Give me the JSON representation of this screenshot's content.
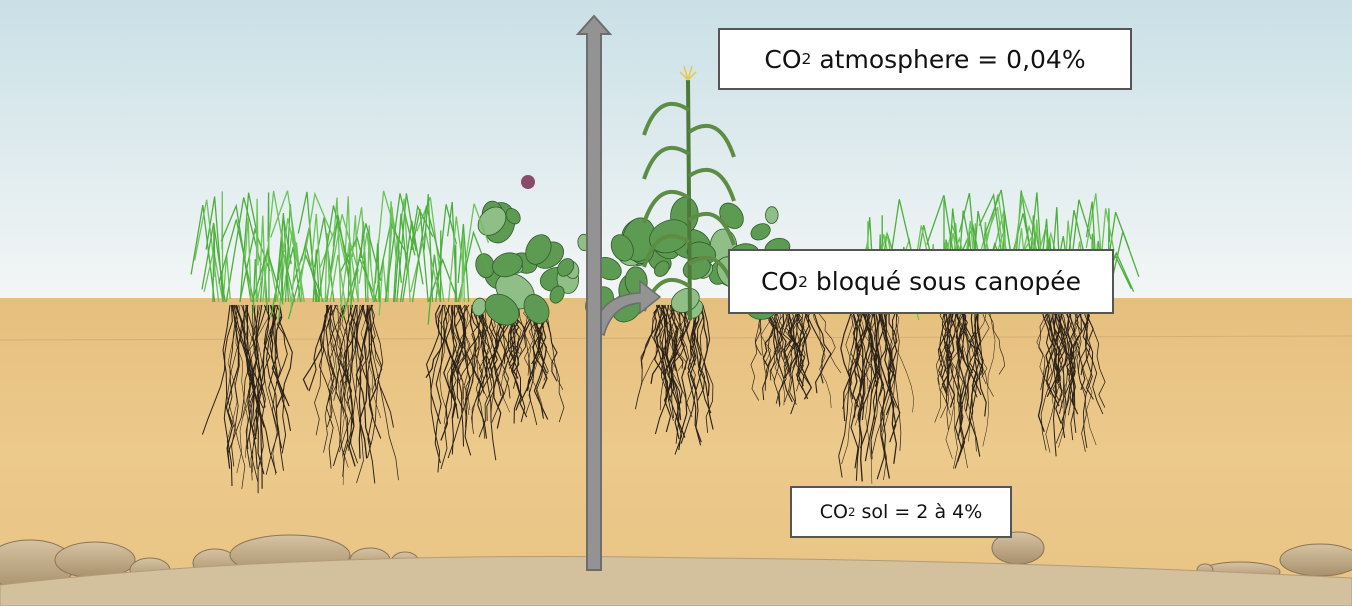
{
  "labels": {
    "atmosphere": {
      "prefix": "CO",
      "sub": "2",
      "text": " atmosphere = 0,04%"
    },
    "canopy": {
      "prefix": "CO",
      "sub": "2",
      "text": " bloqué sous canopée"
    },
    "soil": {
      "prefix": "CO",
      "sub": "2",
      "text": " sol = 2 à 4%"
    }
  },
  "colors": {
    "sky_top": "#c9e0e6",
    "sky_bottom": "#f4f6f6",
    "soil_top": "#e6bf7e",
    "soil": "#ebc888",
    "gravel": "#d8c6a4",
    "arrow": "#939393",
    "grass": "#4caf3c",
    "leaf": "#5e9b52",
    "root": "#2a2118"
  }
}
